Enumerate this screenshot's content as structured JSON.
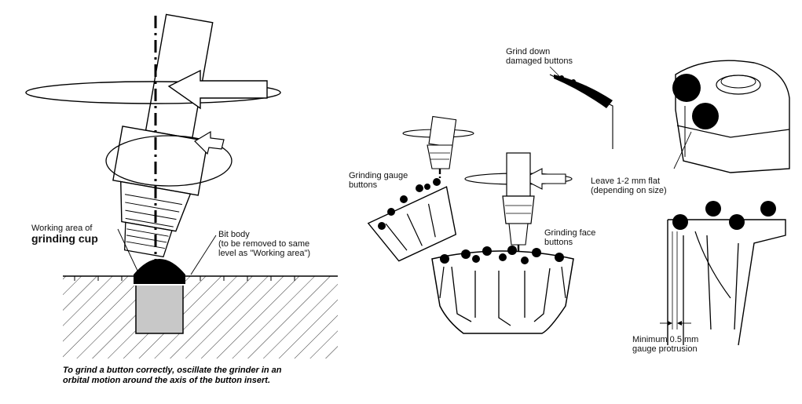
{
  "labels": {
    "working_area_prefix": "Working area of",
    "working_area_strong": "grinding cup",
    "bit_body_title": "Bit body",
    "bit_body_note_1": "(to be removed to same",
    "bit_body_note_2": "level as \"Working area\")",
    "grinding_gauge_1": "Grinding gauge",
    "grinding_gauge_2": "buttons",
    "grind_down_1": "Grind down",
    "grind_down_2": "damaged buttons",
    "grinding_face_1": "Grinding face",
    "grinding_face_2": "buttons",
    "leave_flat_1": "Leave 1-2 mm flat",
    "leave_flat_2": "(depending on size)",
    "min_protrusion_1": "Minimum 0.5 mm",
    "min_protrusion_2": "gauge protrusion"
  },
  "caption": {
    "line1": "To grind a button correctly, oscillate the grinder in an",
    "line2": "orbital motion around the axis of the button insert."
  },
  "colors": {
    "ink": "#000000",
    "insert_fill": "#c8c8c8",
    "background": "#ffffff"
  }
}
